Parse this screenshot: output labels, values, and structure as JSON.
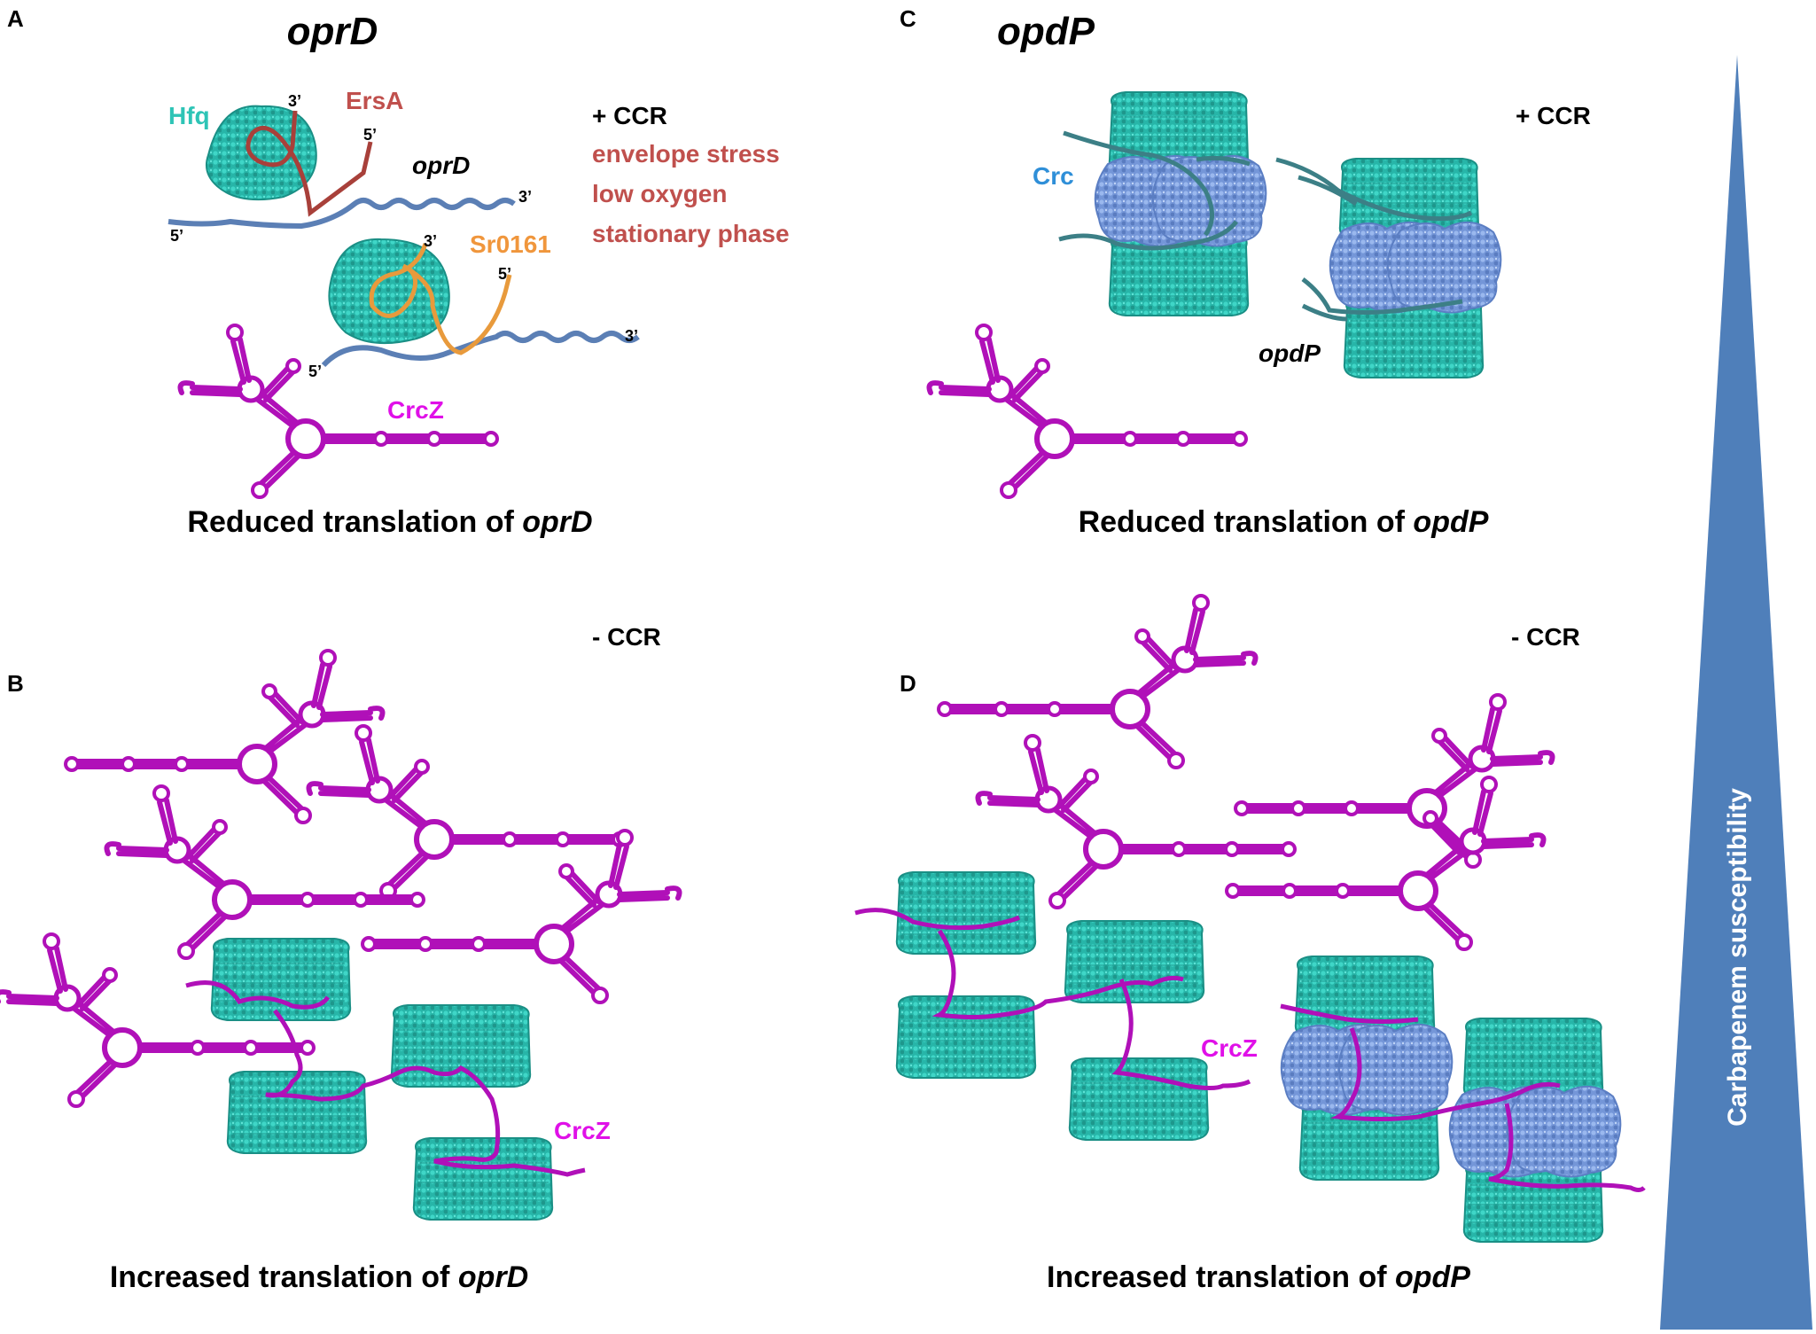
{
  "panels": {
    "A": {
      "letter": "A",
      "gene": "oprD",
      "hfq": "Hfq",
      "ersa": "ErsA",
      "sr": "Sr0161",
      "target": "oprD",
      "crcz": "CrcZ",
      "prime3": "3’",
      "prime5": "5’",
      "condition": "+ CCR",
      "stress": [
        "envelope stress",
        "low oxygen",
        "stationary phase"
      ],
      "caption_prefix": "Reduced translation of ",
      "caption_gene": "oprD"
    },
    "B": {
      "letter": "B",
      "condition": "- CCR",
      "crcz": "CrcZ",
      "caption_prefix": "Increased translation of ",
      "caption_gene": "oprD"
    },
    "C": {
      "letter": "C",
      "gene": "opdP",
      "crc": "Crc",
      "target": "opdP",
      "condition": "+ CCR",
      "caption_prefix": "Reduced translation of ",
      "caption_gene": "opdP"
    },
    "D": {
      "letter": "D",
      "condition": "- CCR",
      "crcz": "CrcZ",
      "caption_prefix": "Increased translation of ",
      "caption_gene": "opdP"
    }
  },
  "triangle_label": "Carbapenem susceptibility",
  "colors": {
    "hfq": "#2ec4b6",
    "hfq_dark": "#178f86",
    "crc": "#7b9fe0",
    "crcz": "#b010b8",
    "mrna": "#5b7fb5",
    "ersa": "#a8403a",
    "sr0161": "#e89a3c",
    "stress_text": "#c0504d",
    "crc_text": "#2f8fd8",
    "crcz_text": "#e010e8",
    "triangle": "#4f7fba"
  }
}
